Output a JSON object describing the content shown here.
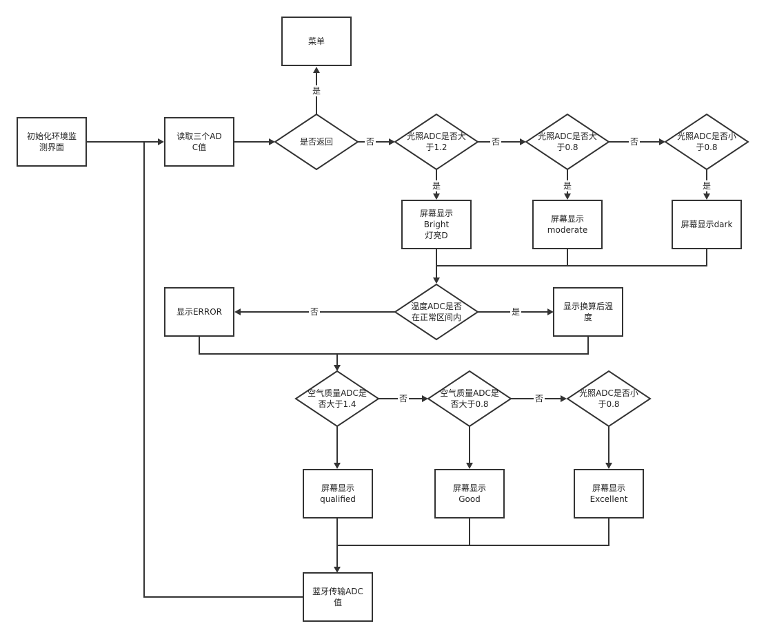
{
  "nodes": {
    "menu": "菜单",
    "init": "初始化环境监测界面",
    "read": "读取三个ADC值",
    "return": "是否返回",
    "light_gt12": "光照ADC是否大于1.2",
    "light_gt08": "光照ADC是否大于0.8",
    "light_lt08_a": "光照ADC是否小于0.8",
    "show_bright": "屏幕显示 Bright 灯亮D",
    "show_moderate": "屏幕显示 moderate",
    "show_dark": "屏幕显示dark",
    "temp_check": "温度ADC是否在正常区间内",
    "show_error": "显示ERROR",
    "show_temp": "显示换算后温度",
    "air_gt14": "空气质量ADC是否大于1.4",
    "air_gt08": "空气质量ADC是否大于0.8",
    "light_lt08_b": "光照ADC是否小于0.8",
    "show_qualified": "屏幕显示 qualified",
    "show_good": "屏幕显示 Good",
    "show_excellent": "屏幕显示 Excellent",
    "bluetooth": "蓝牙传输ADC值"
  },
  "labels": {
    "yes": "是",
    "no": "否"
  }
}
